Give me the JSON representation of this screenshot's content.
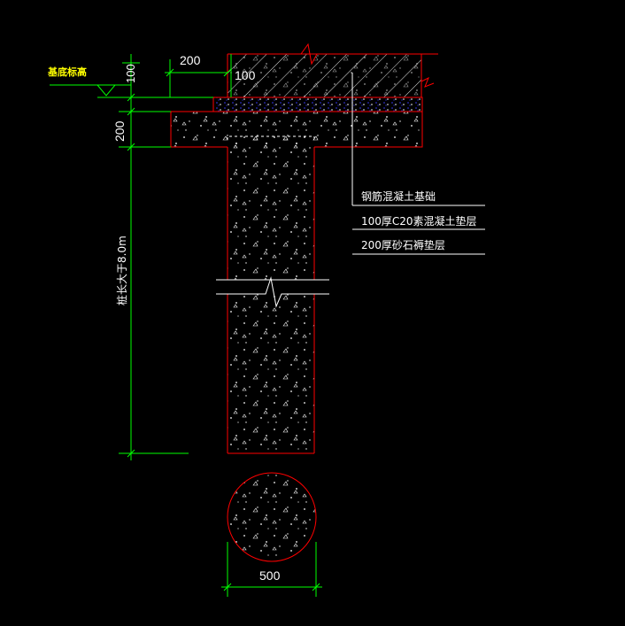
{
  "colors": {
    "background": "#000000",
    "outline": "#ff0000",
    "dimension": "#00ff00",
    "text": "#ffffff",
    "elevation_label": "#ffff00",
    "sand_layer": "#3030ff"
  },
  "labels": {
    "elevation_label": "基底标高",
    "dim_100_vertical": "100",
    "dim_200_top": "200",
    "dim_100_top": "100",
    "dim_200_left": "200",
    "pile_length": "桩长大于8.0m",
    "dim_500": "500"
  },
  "notes": [
    "钢筋混凝土基础",
    "100厚C20素混凝土垫层",
    "200厚砂石褥垫层"
  ]
}
